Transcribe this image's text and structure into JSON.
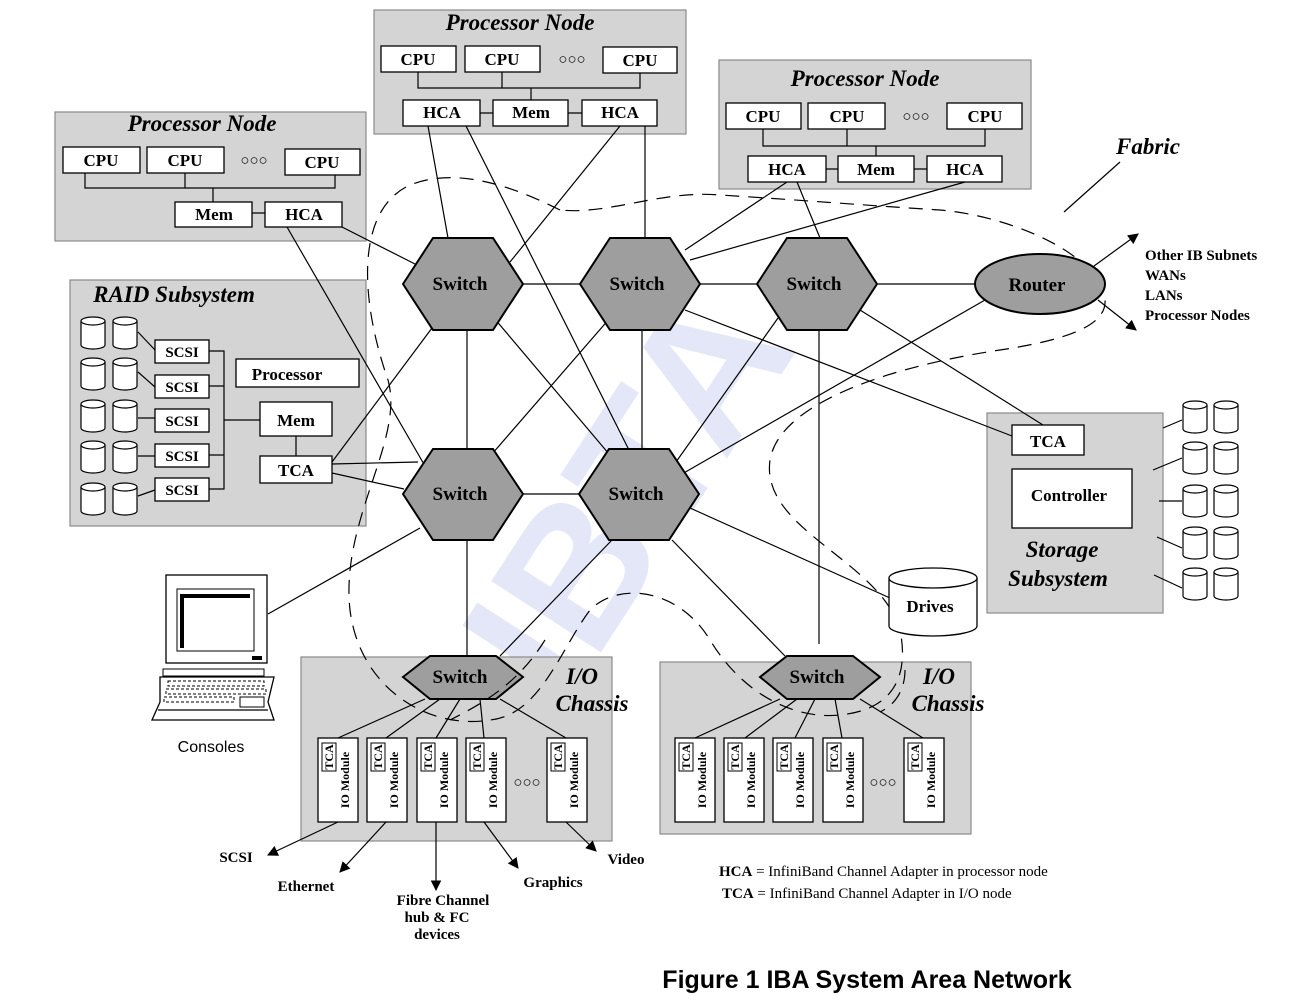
{
  "watermark": "IBTA",
  "processor_node_title": "Processor Node",
  "cpu_label": "CPU",
  "hca_label": "HCA",
  "mem_label": "Mem",
  "ellipsis": "○○○",
  "switch_label": "Switch",
  "router_label": "Router",
  "fabric_label": "Fabric",
  "router_destinations": [
    "Other IB Subnets",
    "WANs",
    "LANs",
    "Processor Nodes"
  ],
  "raid": {
    "title": "RAID Subsystem",
    "scsi_label": "SCSI",
    "processor_label": "Processor",
    "mem_label": "Mem",
    "tca_label": "TCA"
  },
  "storage": {
    "tca_label": "TCA",
    "controller_label": "Controller",
    "title_line1": "Storage",
    "title_line2": "Subsystem"
  },
  "drives_label": "Drives",
  "consoles_label": "Consoles",
  "io_chassis": {
    "title_line1": "I/O",
    "title_line2": "Chassis",
    "tca_label": "TCA",
    "module_label": "IO Module"
  },
  "io_outputs": {
    "scsi": "SCSI",
    "ethernet": "Ethernet",
    "fibre_line1": "Fibre Channel",
    "fibre_line2": "hub & FC",
    "fibre_line3": "devices",
    "graphics": "Graphics",
    "video": "Video"
  },
  "legend": {
    "hca_abbr": "HCA",
    "hca_text": " = InfiniBand Channel Adapter in processor node",
    "tca_abbr": "TCA",
    "tca_text": " = InfiniBand Channel Adapter in I/O node"
  },
  "figure_caption": "Figure 1  IBA System Area Network"
}
